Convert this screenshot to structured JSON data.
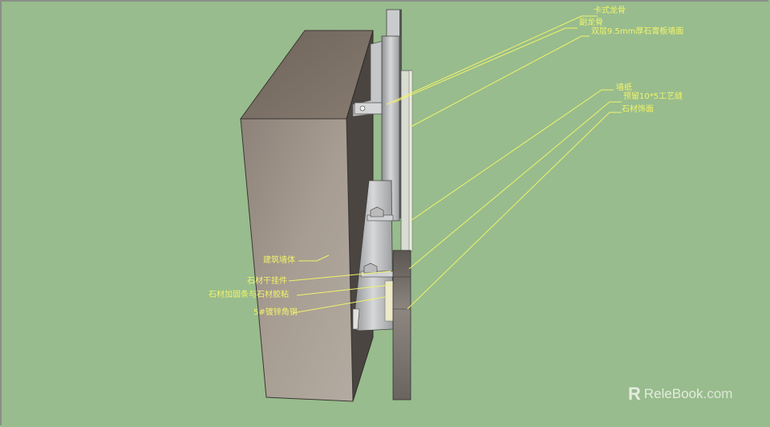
{
  "diagram": {
    "type": "3D wall section detail (dry-hung stone cladding)",
    "background_color": "#98bc8d",
    "annotation_color": "#f1f36a",
    "labels_right": [
      {
        "id": "card-keel",
        "text": "卡式龙骨"
      },
      {
        "id": "secondary-keel",
        "text": "副龙骨"
      },
      {
        "id": "gypsum-board",
        "text": "双层9.5mm厚石膏板墙面"
      },
      {
        "id": "wallpaper",
        "text": "墙纸"
      },
      {
        "id": "reserved-joint",
        "text": "预留10*5工艺缝"
      },
      {
        "id": "stone-finish",
        "text": "石材饰面"
      }
    ],
    "labels_left": [
      {
        "id": "building-wall",
        "text": "建筑墙体"
      },
      {
        "id": "stone-hanger",
        "text": "石材干挂件"
      },
      {
        "id": "stone-reinforce",
        "text": "石材加固条与石材胶粘"
      },
      {
        "id": "angle-steel",
        "text": "5#镀锌角钢"
      }
    ]
  },
  "watermark": {
    "logo": "R",
    "brand": "ReleBook",
    "domain": ".com"
  }
}
